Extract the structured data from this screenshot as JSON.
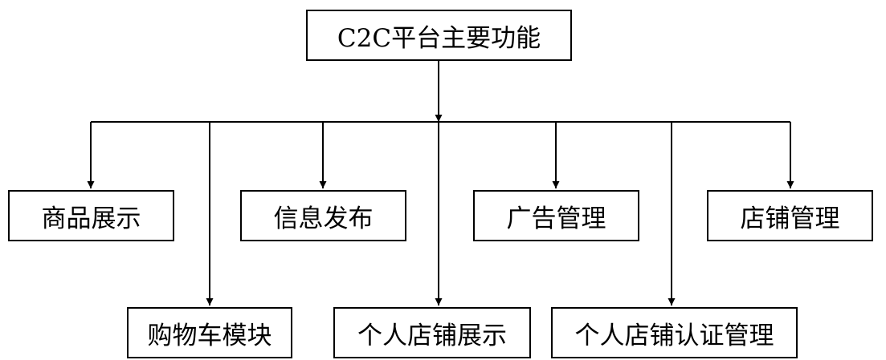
{
  "diagram": {
    "root": {
      "label": "C2C平台主要功能"
    },
    "functions": [
      {
        "label": "商品展示"
      },
      {
        "label": "信息发布"
      },
      {
        "label": "广告管理"
      },
      {
        "label": "店铺管理"
      },
      {
        "label": "购物车模块"
      },
      {
        "label": "个人店铺展示"
      },
      {
        "label": "个人店铺认证管理"
      }
    ],
    "colors": {
      "stroke": "#000000",
      "background": "#ffffff"
    }
  }
}
